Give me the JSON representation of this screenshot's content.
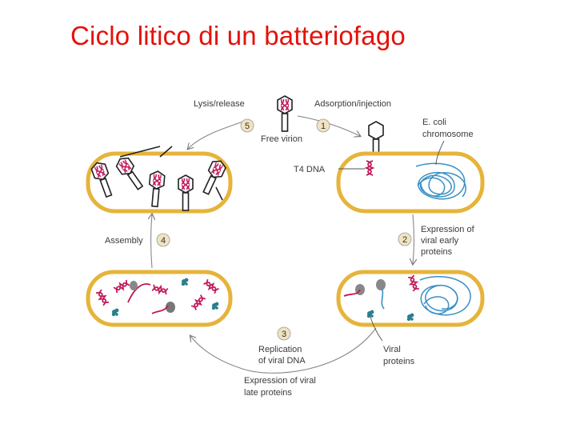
{
  "slide": {
    "title": "Ciclo litico di un batteriofago"
  },
  "diagram": {
    "steps": [
      {
        "number": "1",
        "label": "Adsorption/injection"
      },
      {
        "number": "2",
        "label_lines": [
          "Expression of",
          "viral early",
          "proteins"
        ]
      },
      {
        "number": "3",
        "label_lines": [
          "Replication",
          "of viral DNA"
        ]
      },
      {
        "number": "4",
        "label": "Assembly"
      },
      {
        "number": "5",
        "label": "Lysis/release"
      }
    ],
    "labels": {
      "free_virion": "Free virion",
      "t4_dna": "T4 DNA",
      "ecoli_chromosome_lines": [
        "E. coli",
        "chromosome"
      ],
      "viral_proteins_lines": [
        "Viral",
        "proteins"
      ],
      "late_proteins_lines": [
        "Expression of viral",
        "late proteins"
      ]
    },
    "colors": {
      "cell_border": "#e6b43a",
      "phage_dna": "#c2185b",
      "host_chromosome": "#3a8fc4",
      "protein_blob": "#2a7f8f",
      "arrow": "#888888"
    }
  }
}
